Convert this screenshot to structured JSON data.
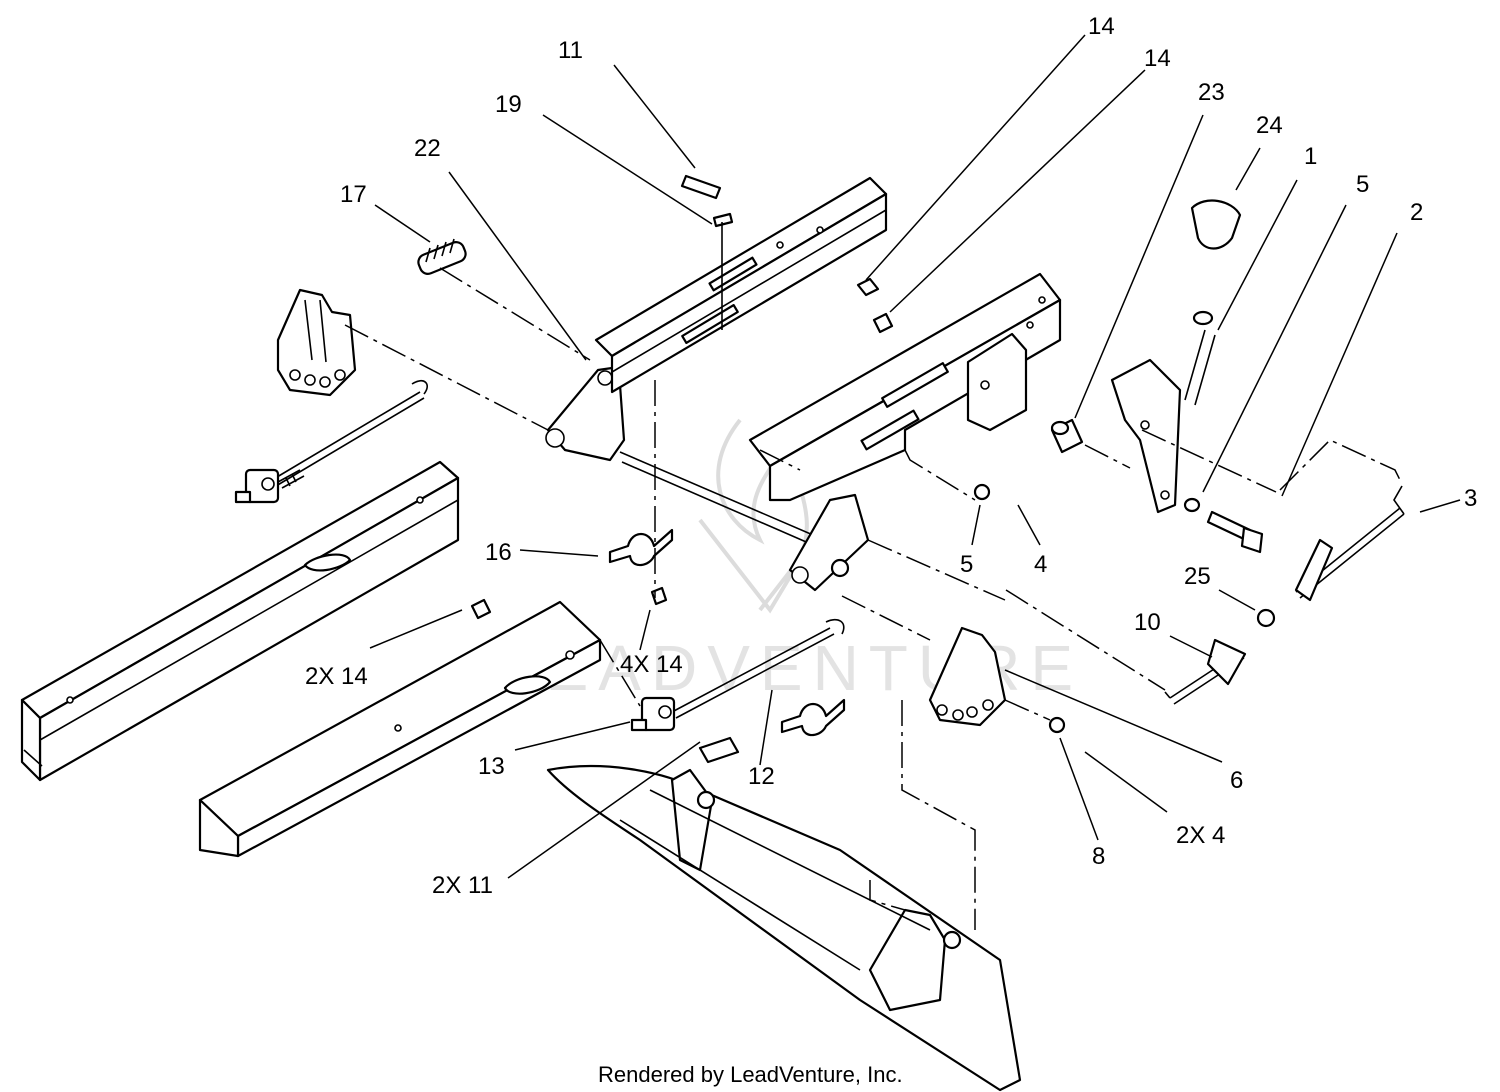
{
  "callouts": [
    {
      "id": "c11a",
      "text": "11"
    },
    {
      "id": "c19",
      "text": "19"
    },
    {
      "id": "c22",
      "text": "22"
    },
    {
      "id": "c17",
      "text": "17"
    },
    {
      "id": "c14a",
      "text": "14"
    },
    {
      "id": "c14b",
      "text": "14"
    },
    {
      "id": "c23",
      "text": "23"
    },
    {
      "id": "c24",
      "text": "24"
    },
    {
      "id": "c1",
      "text": "1"
    },
    {
      "id": "c5a",
      "text": "5"
    },
    {
      "id": "c2",
      "text": "2"
    },
    {
      "id": "c3",
      "text": "3"
    },
    {
      "id": "c5b",
      "text": "5"
    },
    {
      "id": "c4",
      "text": "4"
    },
    {
      "id": "c16",
      "text": "16"
    },
    {
      "id": "c4x14",
      "text": "4X 14"
    },
    {
      "id": "c2x14",
      "text": "2X 14"
    },
    {
      "id": "c25",
      "text": "25"
    },
    {
      "id": "c10",
      "text": "10"
    },
    {
      "id": "c13",
      "text": "13"
    },
    {
      "id": "c12",
      "text": "12"
    },
    {
      "id": "c6",
      "text": "6"
    },
    {
      "id": "c8",
      "text": "8"
    },
    {
      "id": "c2x4",
      "text": "2X 4"
    },
    {
      "id": "c2x11",
      "text": "2X 11"
    }
  ],
  "watermark": {
    "text": "LEADVENTURE",
    "color": "#e3e3e3"
  },
  "footer": {
    "text": "Rendered by LeadVenture, Inc."
  },
  "colors": {
    "line": "#000000",
    "background": "#ffffff"
  }
}
